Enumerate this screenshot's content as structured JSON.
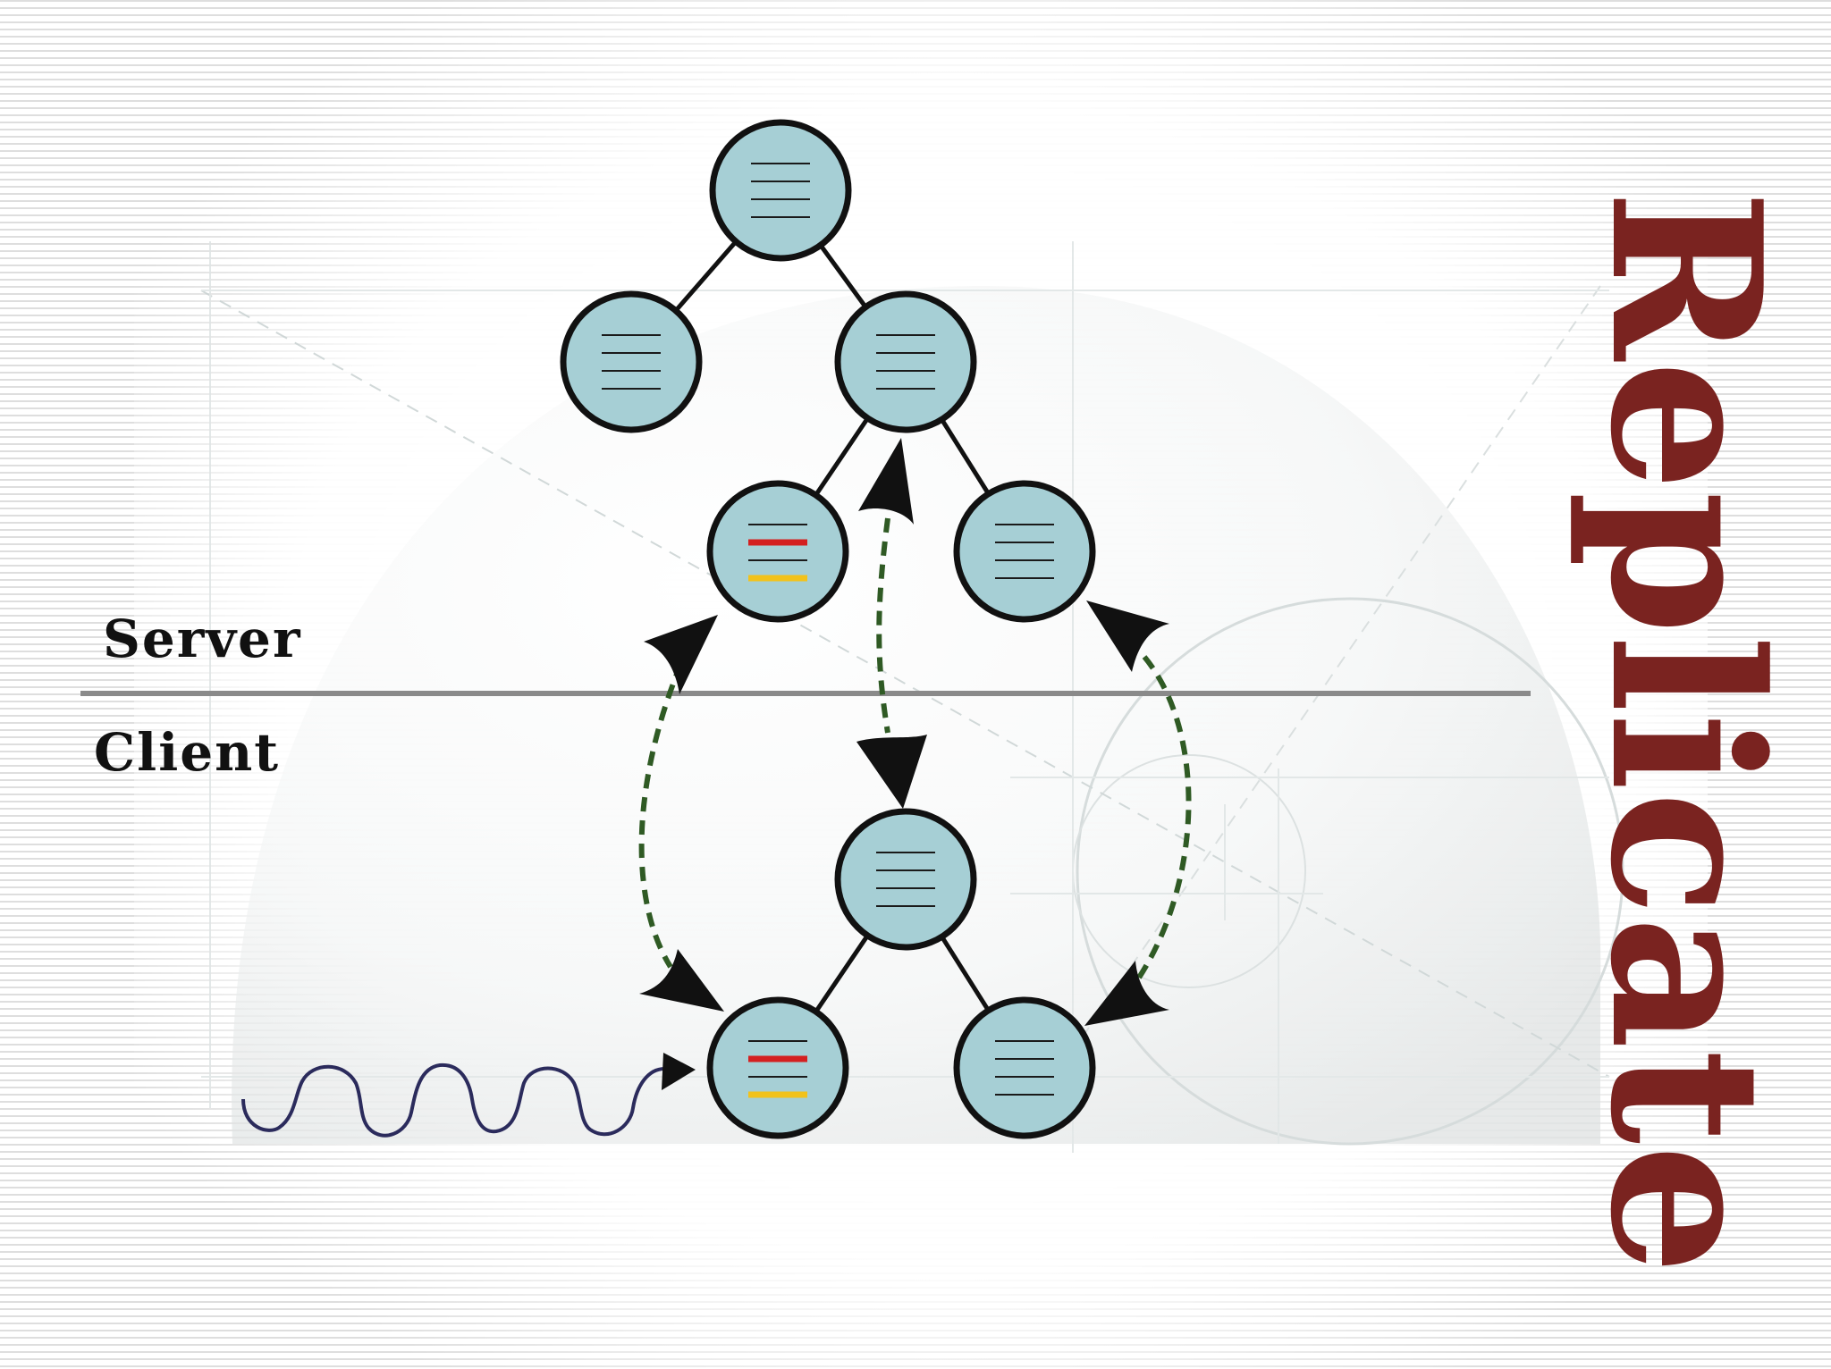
{
  "labels": {
    "server": "Server",
    "client": "Client",
    "title": "Replicate"
  },
  "colors": {
    "node_fill": "#a6cfd5",
    "node_stroke": "#111111",
    "dashed_arrow": "#2f5a24",
    "wavy_line": "#2b2b5c",
    "title": "#7a2320",
    "divider": "#8a8a8a",
    "highlight_red": "#d42020",
    "highlight_yellow": "#f2c21b"
  },
  "server_tree": {
    "nodes": [
      {
        "id": "s-root",
        "highlight": false
      },
      {
        "id": "s-left",
        "highlight": false
      },
      {
        "id": "s-right",
        "highlight": false
      },
      {
        "id": "s-right-left",
        "highlight": true
      },
      {
        "id": "s-right-right",
        "highlight": false
      }
    ],
    "edges": [
      [
        "s-root",
        "s-left"
      ],
      [
        "s-root",
        "s-right"
      ],
      [
        "s-right",
        "s-right-left"
      ],
      [
        "s-right",
        "s-right-right"
      ]
    ]
  },
  "client_tree": {
    "nodes": [
      {
        "id": "c-root",
        "highlight": false
      },
      {
        "id": "c-left",
        "highlight": true
      },
      {
        "id": "c-right",
        "highlight": false
      }
    ],
    "edges": [
      [
        "c-root",
        "c-left"
      ],
      [
        "c-root",
        "c-right"
      ]
    ]
  },
  "sync_links": [
    {
      "from": "s-right-left",
      "to": "c-left"
    },
    {
      "from": "s-right",
      "to": "c-root"
    },
    {
      "from": "s-right-right",
      "to": "c-right"
    }
  ],
  "input_signal": {
    "target": "c-left",
    "icon": "wavy-arrow-icon"
  }
}
